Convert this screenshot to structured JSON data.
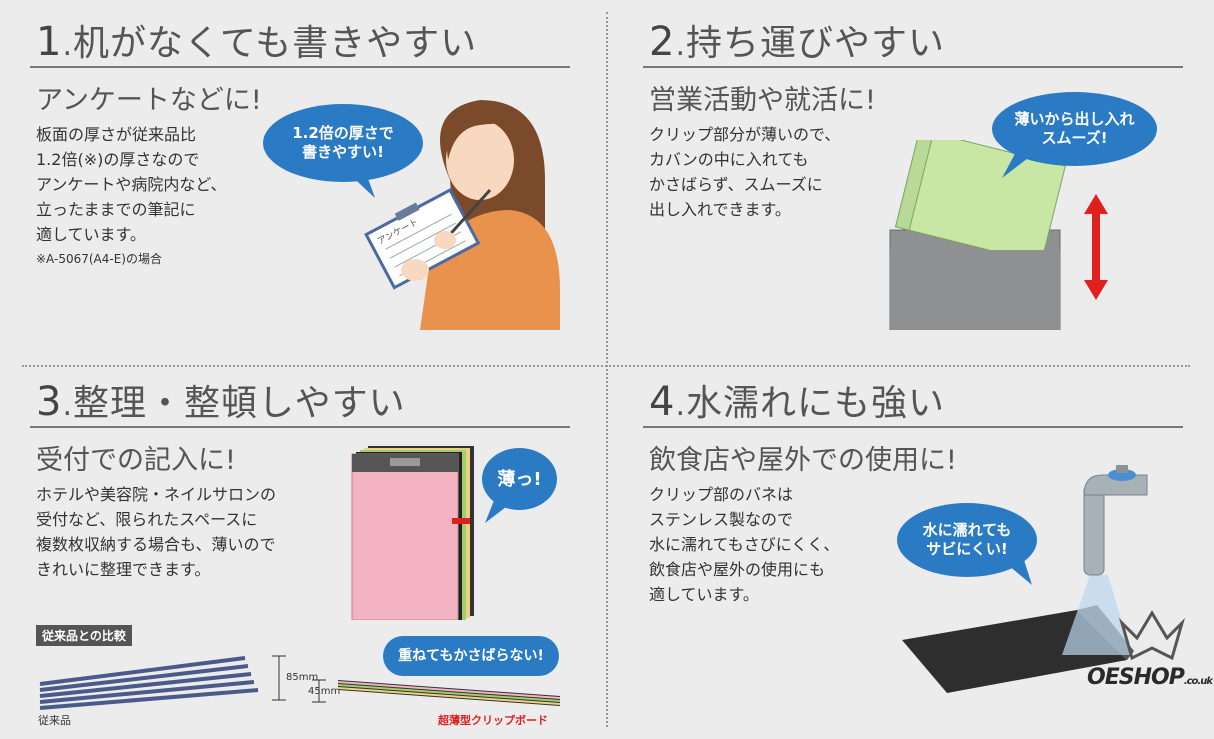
{
  "panel1": {
    "num": "1",
    "sep": ".",
    "title": "机がなくても書きやすい",
    "subtitle": "アンケートなどに!",
    "body": [
      "板面の厚さが従来品比",
      "1.2倍(※)の厚さなので",
      "アンケートや病院内など、",
      "立ったままでの筆記に",
      "適しています。"
    ],
    "note": "※A-5067(A4-E)の場合",
    "bubble": [
      "1.2倍の厚さで",
      "書きやすい!"
    ],
    "sheet_label": "アンケート"
  },
  "panel2": {
    "num": "2",
    "sep": ".",
    "title": "持ち運びやすい",
    "subtitle": "営業活動や就活に!",
    "body": [
      "クリップ部分が薄いので、",
      "カバンの中に入れても",
      "かさばらず、スムーズに",
      "出し入れできます。"
    ],
    "bubble": [
      "薄いから出し入れ",
      "スムーズ!"
    ]
  },
  "panel3": {
    "num": "3",
    "sep": ".",
    "title": "整理・整頓しやすい",
    "subtitle": "受付での記入に!",
    "body": [
      "ホテルや美容院・ネイルサロンの",
      "受付など、限られたスペースに",
      "複数枚収納する場合も、薄いので",
      "きれいに整理できます。"
    ],
    "bubble": [
      "薄っ!"
    ],
    "bubble2": "重ねてもかさばらない!",
    "compare_label": "従来品との比較",
    "measure_a": "85mm",
    "measure_b": "45mm",
    "caption_left": "従来品",
    "caption_right": "超薄型クリップボード"
  },
  "panel4": {
    "num": "4",
    "sep": ".",
    "title": "水濡れにも強い",
    "subtitle": "飲食店や屋外での使用に!",
    "body": [
      "クリップ部のバネは",
      "ステンレス製なので",
      "水に濡れてもさびにくく、",
      "飲食店や屋外の使用にも",
      "適しています。"
    ],
    "bubble": [
      "水に濡れても",
      "サビにくい!"
    ]
  },
  "watermark": {
    "text": "OESHOP",
    "suffix": ".co.uk"
  },
  "colors": {
    "bubble": "#2b7bc4",
    "accent_red": "#e0201f",
    "background": "#ececec"
  }
}
